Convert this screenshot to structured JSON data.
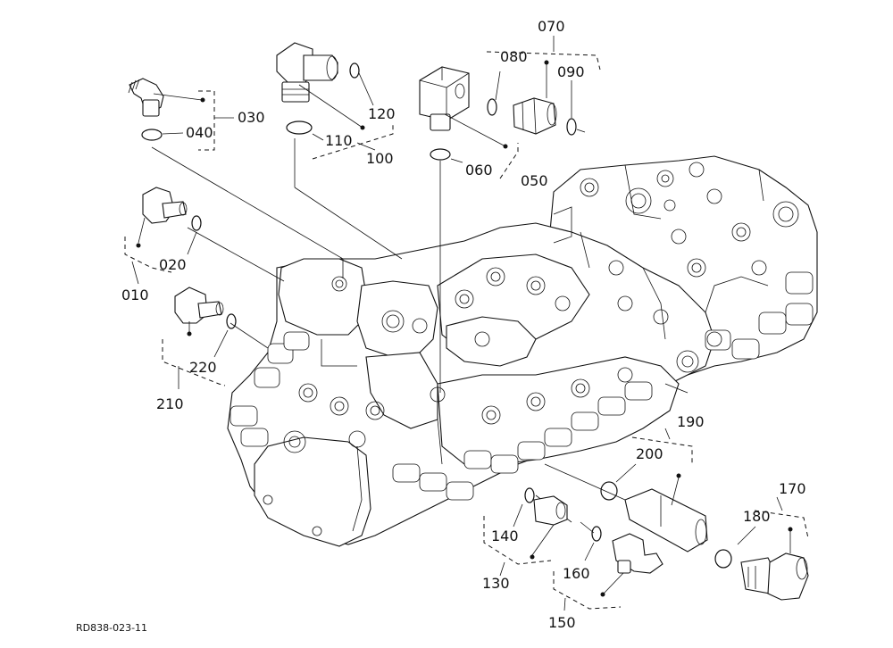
{
  "drawing_code": "RD838-023-11",
  "labels": {
    "l010": "010",
    "l020": "020",
    "l030": "030",
    "l040": "040",
    "l050": "050",
    "l060": "060",
    "l070": "070",
    "l080": "080",
    "l090": "090",
    "l100": "100",
    "l110": "110",
    "l120": "120",
    "l130": "130",
    "l140": "140",
    "l150": "150",
    "l160": "160",
    "l170": "170",
    "l180": "180",
    "l190": "190",
    "l200": "200",
    "l210": "210",
    "l220": "220"
  }
}
